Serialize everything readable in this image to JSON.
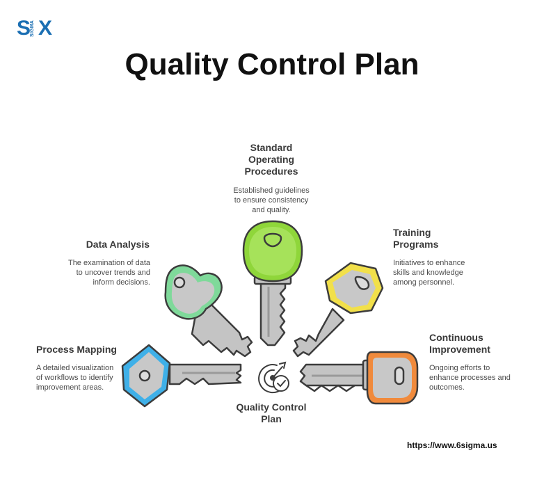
{
  "brand": {
    "logo_left": "S",
    "logo_middle": "SIGMA",
    "logo_right": "X",
    "color": "#1b6fb3"
  },
  "title": "Quality Control Plan",
  "center": {
    "label_line1": "Quality Control",
    "label_line2": "Plan",
    "icon": "target-check-icon"
  },
  "items": [
    {
      "key": "sop",
      "title_lines": [
        "Standard",
        "Operating",
        "Procedures"
      ],
      "desc_lines": [
        "Established guidelines",
        "to ensure consistency",
        "and quality."
      ],
      "color": "#8fd63a"
    },
    {
      "key": "data",
      "title_lines": [
        "Data Analysis"
      ],
      "desc_lines": [
        "The examination of data",
        "to uncover trends and",
        "inform decisions."
      ],
      "color": "#7fd99a"
    },
    {
      "key": "training",
      "title_lines": [
        "Training",
        "Programs"
      ],
      "desc_lines": [
        "Initiatives to enhance",
        "skills and knowledge",
        "among personnel."
      ],
      "color": "#f2e04a"
    },
    {
      "key": "process",
      "title_lines": [
        "Process Mapping"
      ],
      "desc_lines": [
        "A detailed visualization",
        "of workflows to identify",
        "improvement areas."
      ],
      "color": "#3fb0e8"
    },
    {
      "key": "continuous",
      "title_lines": [
        "Continuous",
        "Improvement"
      ],
      "desc_lines": [
        "Ongoing efforts to",
        "enhance processes and",
        "outcomes."
      ],
      "color": "#f08a3c"
    }
  ],
  "footer": {
    "url": "https://www.6sigma.us"
  }
}
